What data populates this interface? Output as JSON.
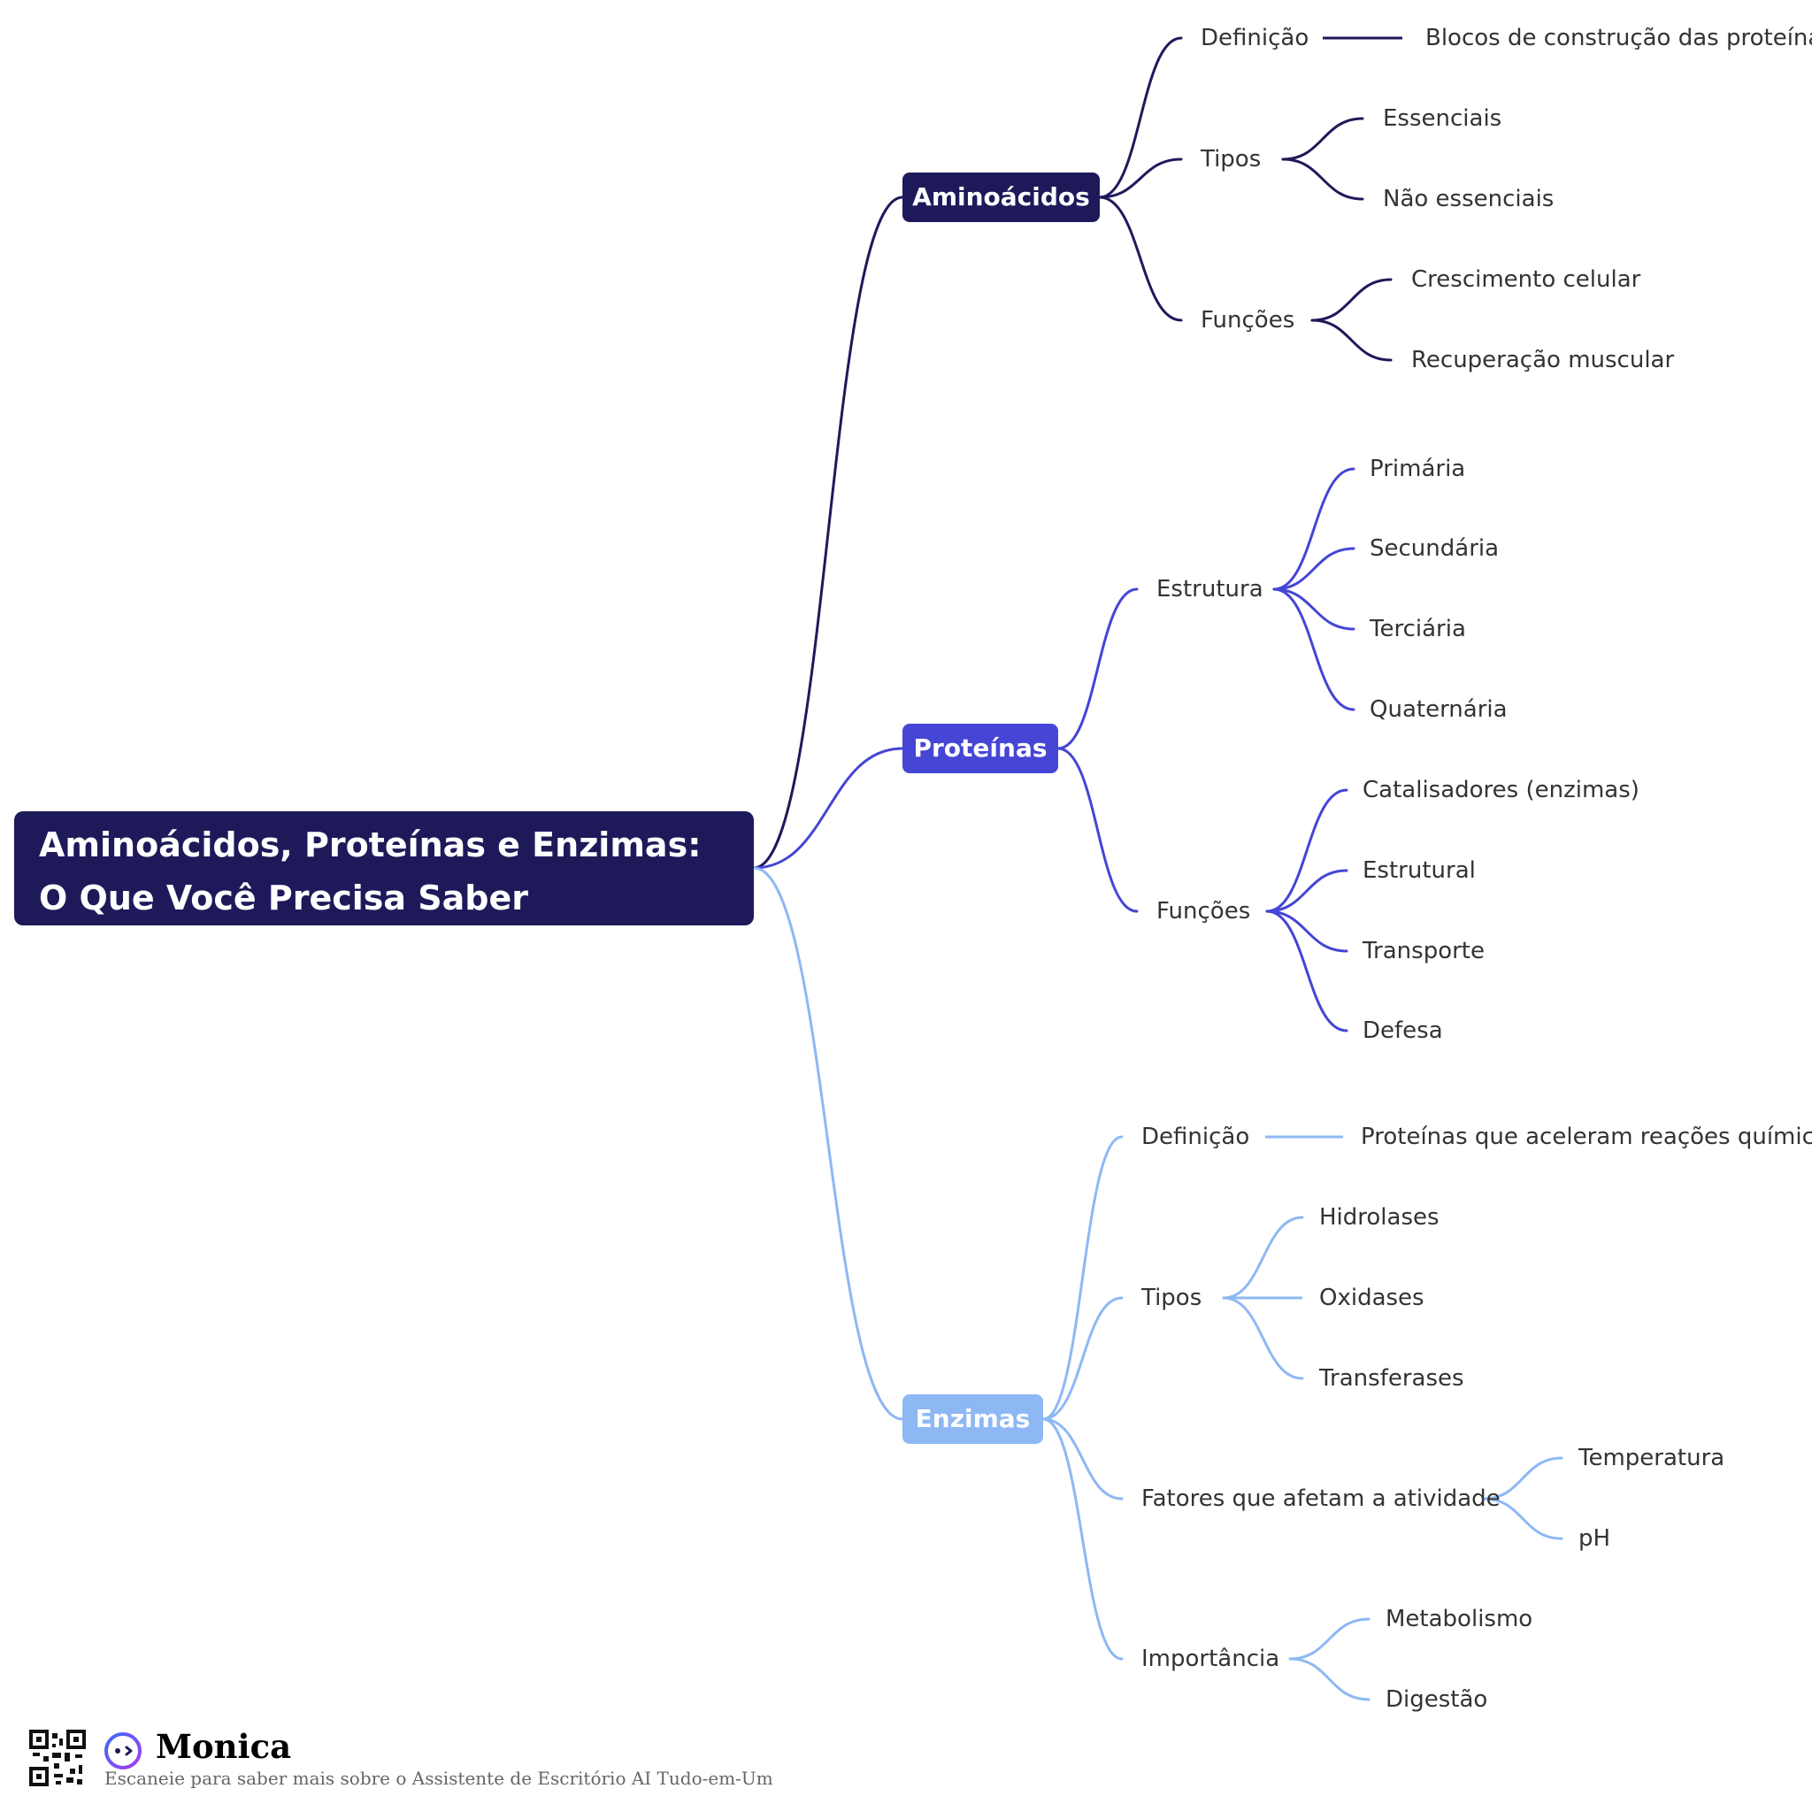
{
  "root": {
    "title": "Aminoácidos, Proteínas e Enzimas: O Que Você Precisa Saber"
  },
  "branches": {
    "aminoacidos": {
      "label": "Aminoácidos",
      "color": "#1e1a5a",
      "definicao": {
        "label": "Definição",
        "value": "Blocos de construção das proteínas"
      },
      "tipos": {
        "label": "Tipos",
        "items": [
          "Essenciais",
          "Não essenciais"
        ]
      },
      "funcoes": {
        "label": "Funções",
        "items": [
          "Crescimento celular",
          "Recuperação muscular"
        ]
      }
    },
    "proteinas": {
      "label": "Proteínas",
      "color": "#4545d6",
      "estrutura": {
        "label": "Estrutura",
        "items": [
          "Primária",
          "Secundária",
          "Terciária",
          "Quaternária"
        ]
      },
      "funcoes": {
        "label": "Funções",
        "items": [
          "Catalisadores (enzimas)",
          "Estrutural",
          "Transporte",
          "Defesa"
        ]
      }
    },
    "enzimas": {
      "label": "Enzimas",
      "color": "#8db8f4",
      "definicao": {
        "label": "Definição",
        "value": "Proteínas que aceleram reações químicas"
      },
      "tipos": {
        "label": "Tipos",
        "items": [
          "Hidrolases",
          "Oxidases",
          "Transferases"
        ]
      },
      "fatores": {
        "label": "Fatores que afetam a atividade",
        "items": [
          "Temperatura",
          "pH"
        ]
      },
      "importancia": {
        "label": "Importância",
        "items": [
          "Metabolismo",
          "Digestão"
        ]
      }
    }
  },
  "footer": {
    "brand": "Monica",
    "caption": "Escaneie para saber mais sobre o Assistente de Escritório AI Tudo-em-Um",
    "qr_icon": "qr-code-icon",
    "logo_icon": "monica-logo-icon"
  }
}
